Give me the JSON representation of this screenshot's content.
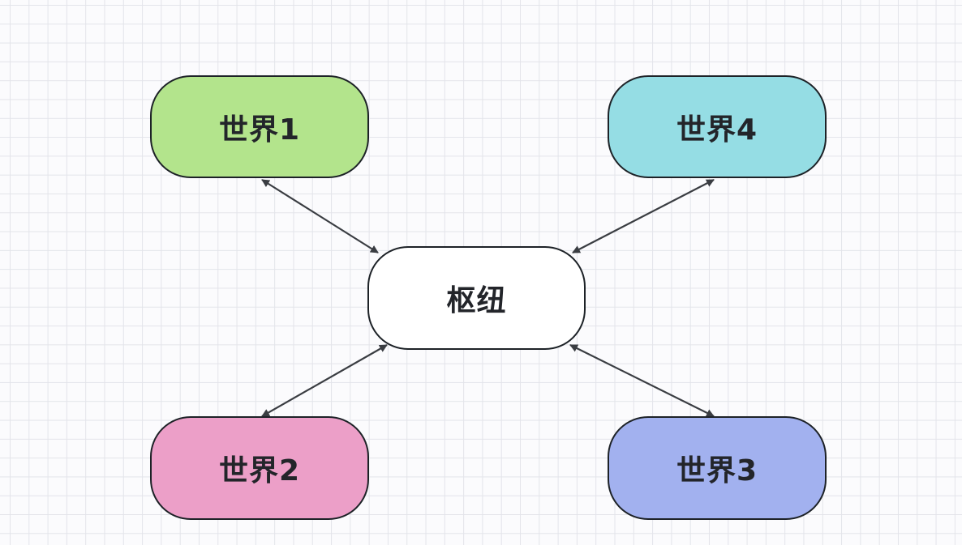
{
  "nodes": {
    "world1": {
      "label": "世界1",
      "color": "#b3e48c"
    },
    "world4": {
      "label": "世界4",
      "color": "#95dde4"
    },
    "hub": {
      "label": "枢纽",
      "color": "#ffffff"
    },
    "world2": {
      "label": "世界2",
      "color": "#ec9fc8"
    },
    "world3": {
      "label": "世界3",
      "color": "#a2b1ef"
    }
  },
  "edges": [
    {
      "from": "hub",
      "to": "world1",
      "direction": "bidirectional"
    },
    {
      "from": "hub",
      "to": "world4",
      "direction": "bidirectional"
    },
    {
      "from": "hub",
      "to": "world2",
      "direction": "bidirectional"
    },
    {
      "from": "hub",
      "to": "world3",
      "direction": "bidirectional"
    }
  ],
  "colors": {
    "stroke": "#1d2227",
    "arrow": "#3a3d42",
    "grid": "#e3e4ea",
    "background": "#fbfbfd"
  }
}
